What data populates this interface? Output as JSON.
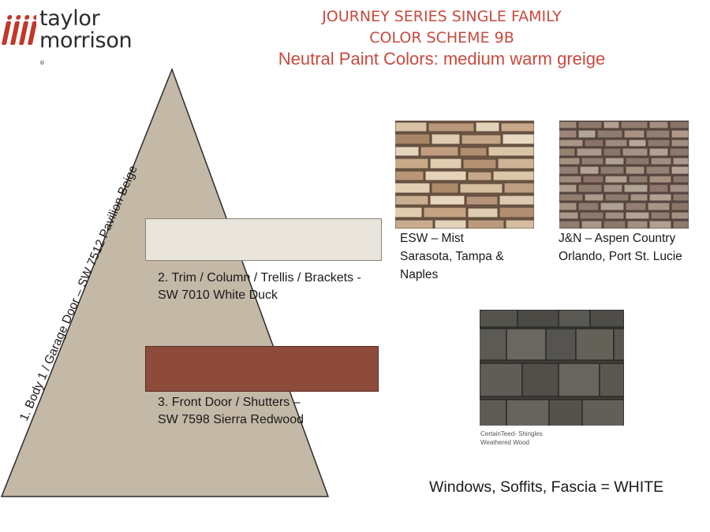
{
  "logo": {
    "line1": "taylor",
    "line2": "morrison",
    "reg": "®"
  },
  "header": {
    "line1": "JOURNEY SERIES SINGLE FAMILY",
    "line2": "COLOR SCHEME 9B",
    "line3": "Neutral Paint Colors: medium warm greige"
  },
  "pyramid": {
    "body_label": "1. Body 1 / Garage Door – SW 7512 Pavilion Beige",
    "body_color": "#c4b8a7"
  },
  "trim": {
    "line1": "2. Trim / Column / Trellis / Brackets -",
    "line2": "SW 7010 White Duck",
    "color": "#e9e5dd"
  },
  "door": {
    "line1": "3. Front Door / Shutters –",
    "line2": "SW 7598 Sierra Redwood",
    "color": "#8e4b3c"
  },
  "stones": [
    {
      "line1": "ESW – Mist",
      "line2": "Sarasota, Tampa &",
      "line3": "Naples"
    },
    {
      "line1": "J&N  –  Aspen Country",
      "line2": "Orlando, Port St. Lucie"
    }
  ],
  "shingle": {
    "line1": "CertainTeed- Shingles",
    "line2": "Weathered Wood"
  },
  "footer": {
    "note": "Windows, Soffits, Fascia = WHITE"
  }
}
